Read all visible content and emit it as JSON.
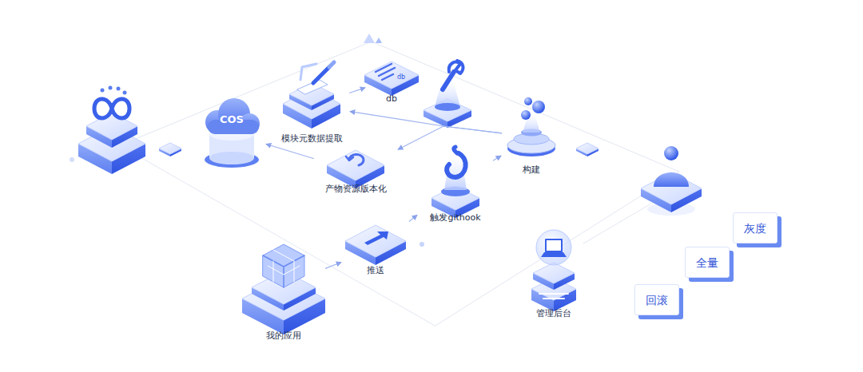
{
  "diagram": {
    "nodes": [
      {
        "text": [
          "COS"
        ]
      },
      {
        "text": [
          "模块元数据提取"
        ]
      },
      {
        "text": [
          "db"
        ]
      },
      {
        "text": [
          "产物资源版本化"
        ]
      },
      {
        "text": [
          "触发githook"
        ]
      },
      {
        "text": [
          "构建"
        ]
      },
      {
        "text": [
          "推送"
        ]
      },
      {
        "text": [
          "管理后台"
        ]
      },
      {
        "text": [
          "我的应用"
        ]
      },
      {
        "text": [
          "灰度"
        ]
      },
      {
        "text": [
          "全量"
        ]
      },
      {
        "text": [
          "回滚"
        ]
      }
    ],
    "edges": [
      {
        "from": 8,
        "to": 6,
        "arrow": "to"
      },
      {
        "from": 6,
        "to": 4,
        "arrow": "to"
      },
      {
        "from": 4,
        "to": 5,
        "arrow": "to"
      },
      {
        "from": 5,
        "to": 1,
        "arrow": "to"
      },
      {
        "from": 5,
        "to": 3,
        "arrow": "to"
      },
      {
        "from": 1,
        "to": 2,
        "arrow": "to"
      },
      {
        "from": 3,
        "to": 0,
        "arrow": "to"
      }
    ],
    "labels": [
      "db"
    ]
  }
}
